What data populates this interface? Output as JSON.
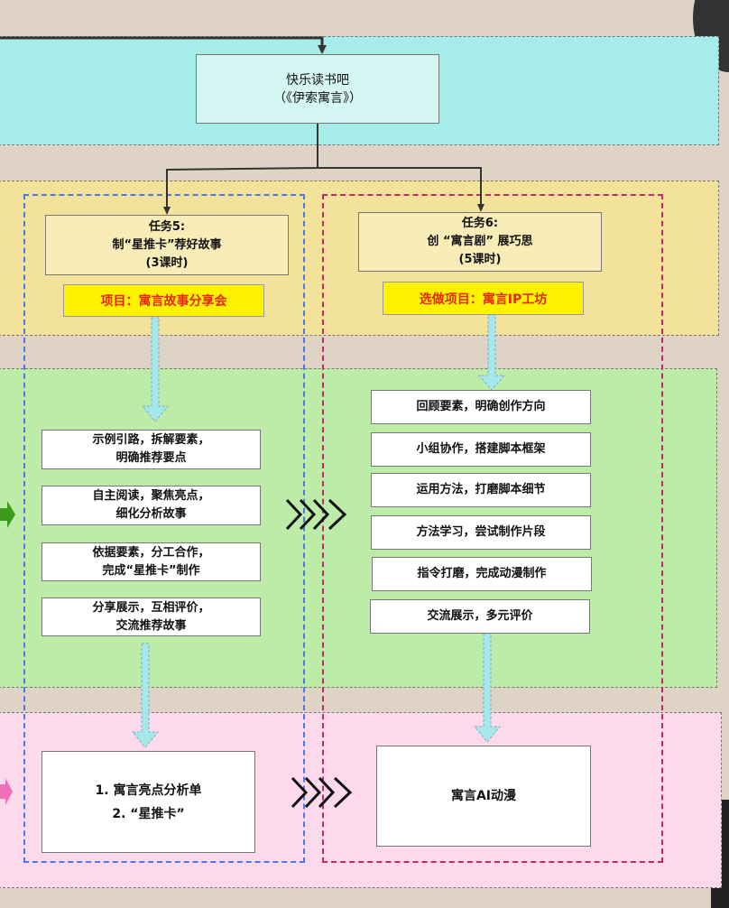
{
  "top": {
    "title": "快乐读书吧",
    "subtitle": "（《伊索寓言》）"
  },
  "task5": {
    "title": "任务5:",
    "name": "制“星推卡”荐好故事",
    "hours": "(3课时)",
    "project": "项目：寓言故事分享会",
    "steps": [
      "示例引路，拆解要素，\n明确推荐要点",
      "自主阅读，聚焦亮点，\n细化分析故事",
      "依据要素，分工合作，\n完成“星推卡”制作",
      "分享展示，互相评价，\n交流推荐故事"
    ],
    "output": "1. 寓言亮点分析单\n2. “星推卡”"
  },
  "task6": {
    "title": "任务6:",
    "name": "创 “寓言剧” 展巧思",
    "hours": "(5课时)",
    "project": "选做项目：寓言IP工坊",
    "steps": [
      "回顾要素，明确创作方向",
      "小组协作，搭建脚本框架",
      "运用方法，打磨脚本细节",
      "方法学习，尝试制作片段",
      "指令打磨，完成动漫制作",
      "交流展示，多元评价"
    ],
    "output": "寓言AI动漫"
  },
  "colors": {
    "cyan_band": "#a6ece9",
    "yellow_band": "#f3e39a",
    "green_band": "#bdeca8",
    "pink_band": "#fcd9eb",
    "blue_dash": "#4a78f0",
    "magenta_dash": "#c02a6a",
    "arrow": "#a4e8ec",
    "project_text": "#e8260c",
    "project_bg": "#fff200"
  }
}
